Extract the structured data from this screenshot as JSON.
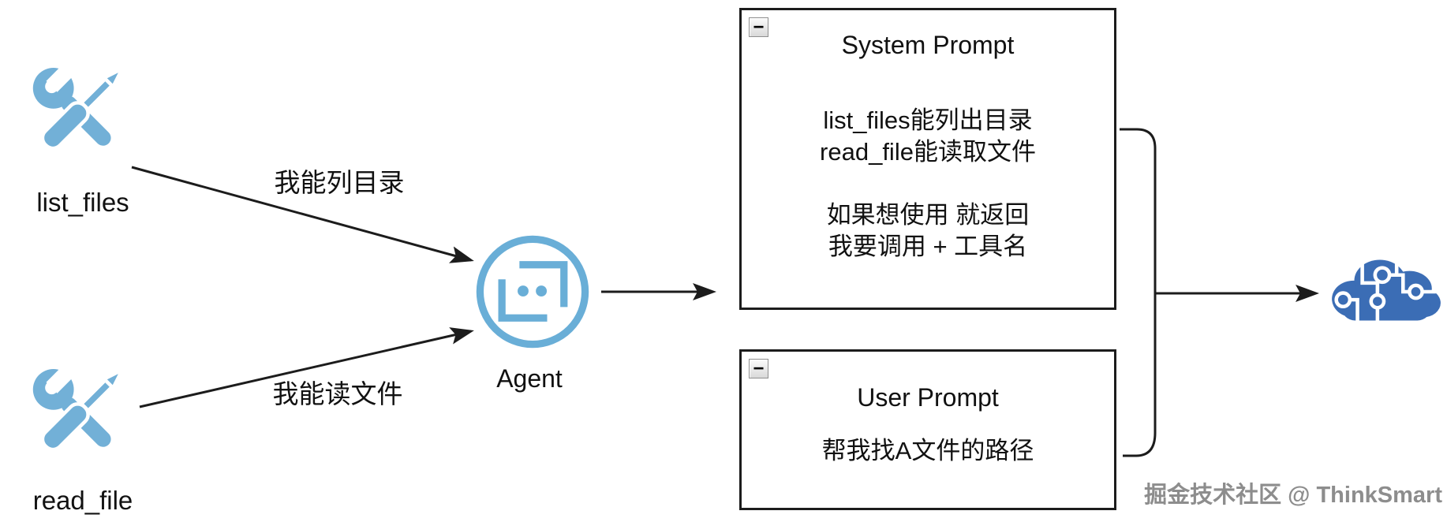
{
  "colors": {
    "tool_blue": "#72b0d7",
    "agent_blue": "#69aed7",
    "brain_blue": "#3b6db5",
    "line": "#1c1c1c",
    "text": "#111111",
    "watermark_gray": "#8d8d8d"
  },
  "tools": [
    {
      "label": "list_files",
      "message": "我能列目录"
    },
    {
      "label": "read_file",
      "message": "我能读文件"
    }
  ],
  "agent": {
    "label": "Agent"
  },
  "boxes": {
    "system_prompt": {
      "collapse": "−",
      "title": "System Prompt",
      "line1": "list_files能列出目录",
      "line2": "read_file能读取文件",
      "line3": "如果想使用 就返回",
      "line4": "我要调用 + 工具名"
    },
    "user_prompt": {
      "collapse": "−",
      "title": "User Prompt",
      "line1": "帮我找A文件的路径"
    }
  },
  "watermark": "掘金技术社区 @ ThinkSmart"
}
